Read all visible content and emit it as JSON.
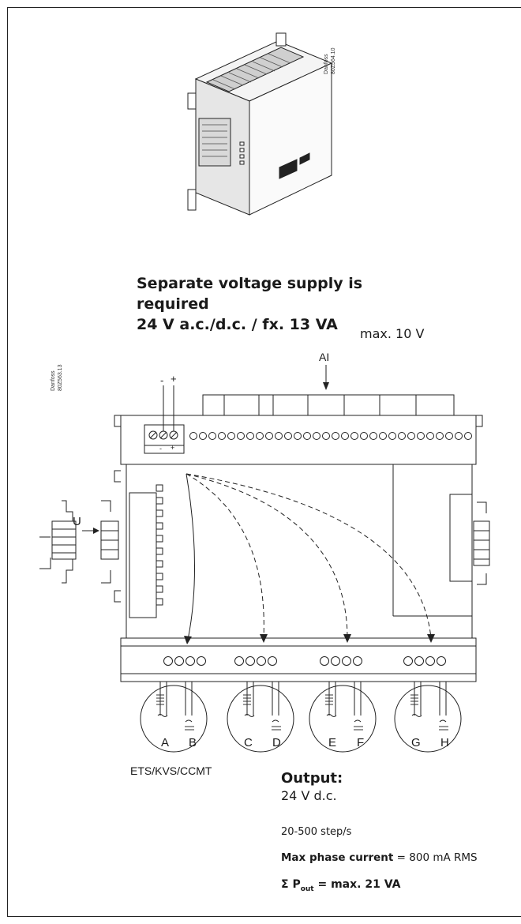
{
  "product_code": "80Z564.10",
  "diagram_code": "80Z563.13",
  "brand": "Danfoss",
  "supply": {
    "line1": "Separate voltage supply is",
    "line2": "required",
    "line3": "24 V a.c./d.c. / fx. 13 VA"
  },
  "ai_voltage": "max. 10 V",
  "ai_label": "AI",
  "u_label": "U",
  "power_minus": "-",
  "power_plus": "+",
  "terminal_minus": "-",
  "terminal_plus": "+",
  "motor_letters": [
    "A",
    "B",
    "C",
    "D",
    "E",
    "F",
    "G",
    "H"
  ],
  "valve_types": "ETS/KVS/CCMT",
  "output": {
    "title": "Output:",
    "voltage": "24 V d.c.",
    "step_rate": "20-500 step/s",
    "phase_label": "Max phase current",
    "phase_value": " = 800 mA RMS",
    "sum_sigma": "Σ P",
    "sum_sub": "out",
    "sum_value": " = max. 21 VA"
  }
}
